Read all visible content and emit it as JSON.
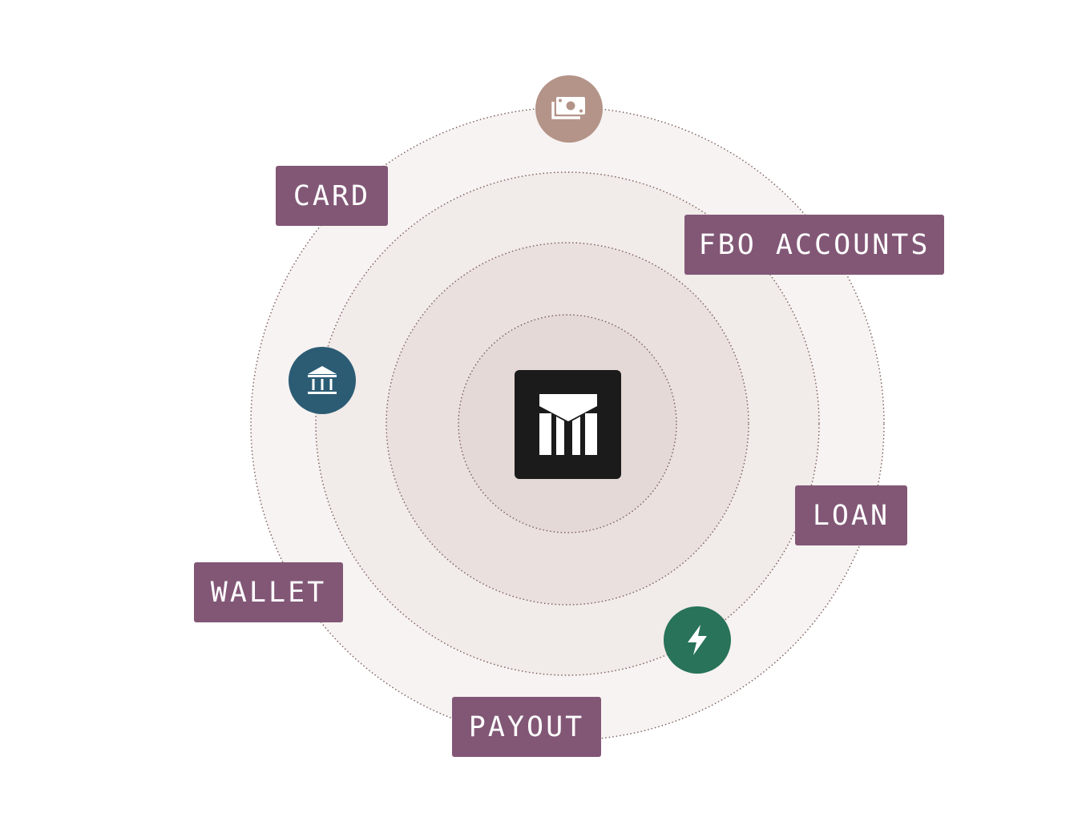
{
  "colors": {
    "ring_fills": [
      "#f7f3f2",
      "#f1ebe9",
      "#eae1df",
      "#e4d9d6"
    ],
    "ring_stroke": "#7a5a5a",
    "tag_bg": "#825776",
    "tag_text": "#ffffff",
    "logo_bg": "#1b1b1b",
    "logo_fg": "#ffffff",
    "cash_badge": "#b49488",
    "bank_badge": "#2b5c74",
    "bolt_badge": "#28735a"
  },
  "center": {
    "icon": "modern-treasury-logo-icon"
  },
  "tags": {
    "card": "CARD",
    "fbo_accounts": "FBO ACCOUNTS",
    "loan": "LOAN",
    "wallet": "WALLET",
    "payout": "PAYOUT"
  },
  "badges": {
    "cash": "cash-icon",
    "bank": "bank-icon",
    "lightning": "lightning-bolt-icon"
  }
}
